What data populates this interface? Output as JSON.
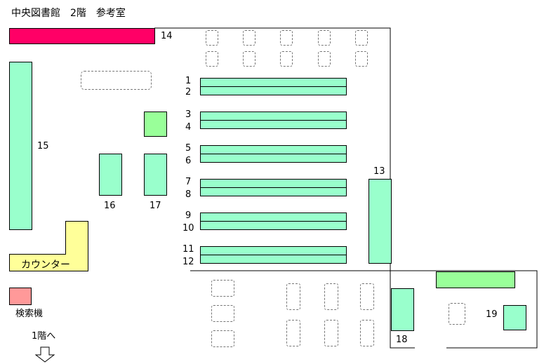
{
  "title": "中央図書館　2階　参考室",
  "shelf_numbers": {
    "n1": "1",
    "n2": "2",
    "n3": "3",
    "n4": "4",
    "n5": "5",
    "n6": "6",
    "n7": "7",
    "n8": "8",
    "n9": "9",
    "n10": "10",
    "n11": "11",
    "n12": "12",
    "n13": "13",
    "n14": "14",
    "n15": "15",
    "n16": "16",
    "n17": "17",
    "n18": "18",
    "n19": "19"
  },
  "counter_label": "カウンター",
  "search_terminal_label": "検索機",
  "stairs_label": "1階へ",
  "colors": {
    "shelf": "#99ffcc",
    "red_shelf": "#ff0066",
    "green_block": "#99ff99",
    "counter": "#ffff99",
    "search_terminal": "#ff9999"
  }
}
